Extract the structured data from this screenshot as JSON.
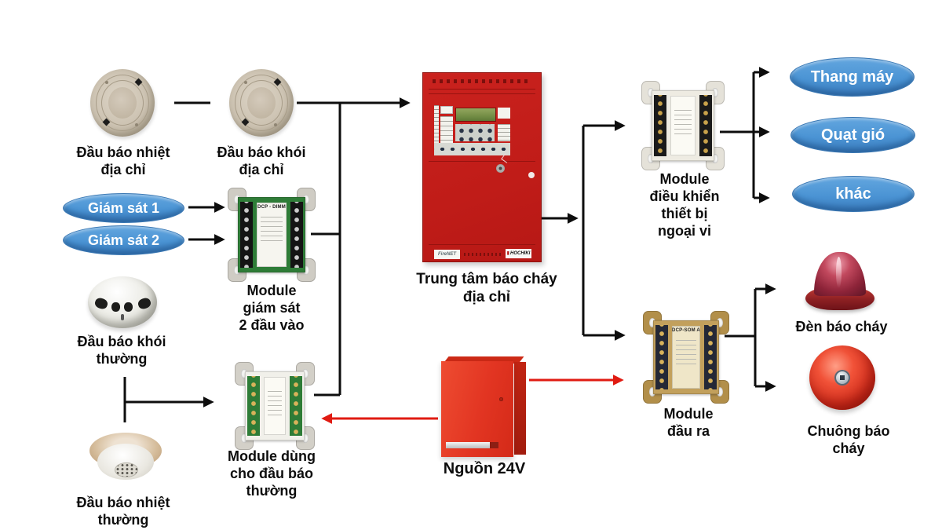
{
  "colors": {
    "background": "#ffffff",
    "oval_blue": "#4b94d4",
    "panel_red": "#c01c18",
    "power_red": "#e23522",
    "wire_black": "#0d0d0d",
    "wire_red": "#e01b12",
    "module_green": "#2e7c37",
    "module_brass": "#c2a05c"
  },
  "nodes": {
    "heat_addr": {
      "label": "Đầu báo nhiệt\nđịa chỉ"
    },
    "smoke_addr": {
      "label": "Đầu báo khói\nđịa chỉ"
    },
    "gs1": {
      "label": "Giám sát 1"
    },
    "gs2": {
      "label": "Giám sát 2"
    },
    "mod_gs": {
      "label": "Module\ngiám sát\n2 đầu vào",
      "device_text": "DCP - DIMM"
    },
    "panel": {
      "label": "Trung tâm báo cháy\nđịa chỉ",
      "model": "FireNET",
      "brand": "HOCHIKI"
    },
    "smoke_conv": {
      "label": "Đầu báo khói\nthường"
    },
    "heat_conv": {
      "label": "Đầu báo nhiệt\nthường"
    },
    "mod_conv": {
      "label": "Module dùng\ncho đầu báo\nthường"
    },
    "power": {
      "label": "Nguồn 24V"
    },
    "mod_periph": {
      "label": "Module\nđiều khiển\nthiết bị\nngoại vi"
    },
    "elevator": {
      "label": "Thang máy"
    },
    "fan": {
      "label": "Quạt gió"
    },
    "other": {
      "label": "khác"
    },
    "mod_out": {
      "label": "Module\nđầu ra",
      "device_text": "DCP-SOM A"
    },
    "lamp": {
      "label": "Đèn báo cháy"
    },
    "bell": {
      "label": "Chuông báo cháy"
    }
  }
}
